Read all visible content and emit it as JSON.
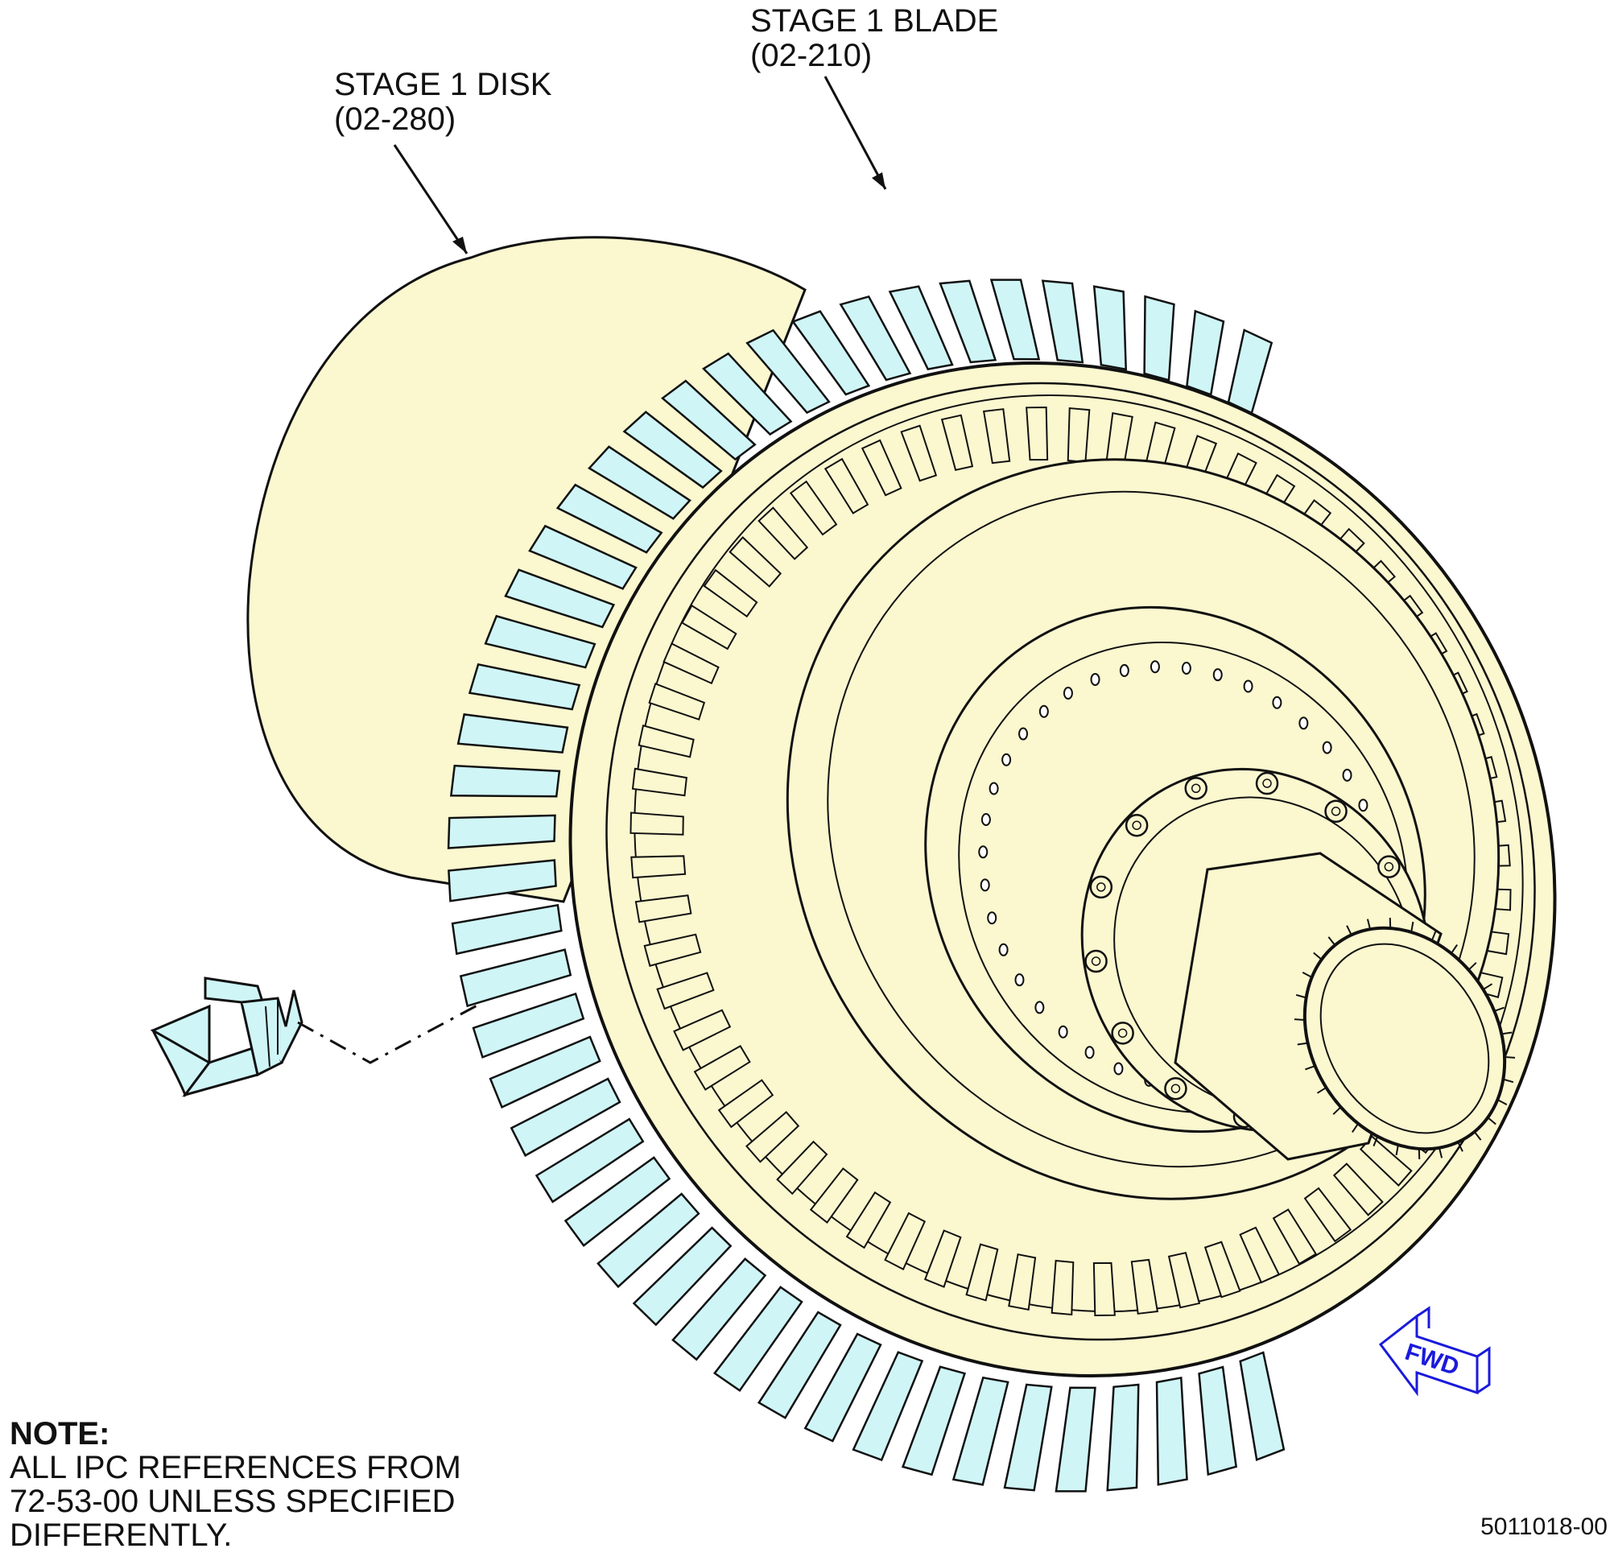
{
  "callouts": {
    "stage1_disk": {
      "name": "STAGE 1 DISK",
      "ref": "(02-280)"
    },
    "stage1_blade": {
      "name": "STAGE 1 BLADE",
      "ref": "(02-210)"
    }
  },
  "direction_marker": {
    "label": "FWD",
    "color": "#1a1adc"
  },
  "note": {
    "heading": "NOTE:",
    "lines": [
      "ALL IPC REFERENCES FROM",
      "72-53-00 UNLESS SPECIFIED",
      "DIFFERENTLY."
    ]
  },
  "figure_number": "5011018-00",
  "colors": {
    "disk_fill": "#fbf7cf",
    "blade_fill": "#cff5f7",
    "line": "#111111"
  }
}
